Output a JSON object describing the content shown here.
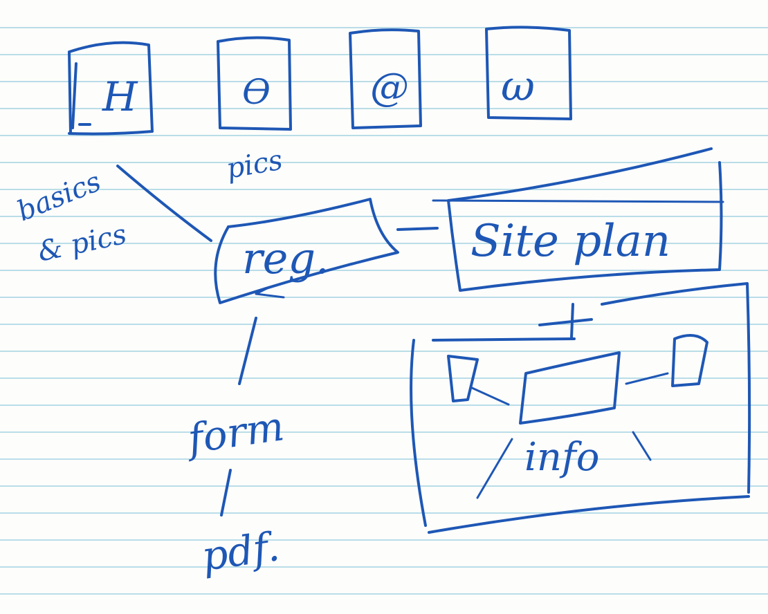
{
  "thumbnails": [
    {
      "glyph": "H",
      "caption": "basics\n& pics"
    },
    {
      "glyph": "ϴ",
      "caption": "pics"
    },
    {
      "glyph": "@",
      "caption": ""
    },
    {
      "glyph": "ω",
      "caption": ""
    }
  ],
  "labels": {
    "basics": "basics",
    "and_pics": "& pics",
    "pics": "pics",
    "reg": "reg.",
    "site_plan": "Site plan",
    "form": "form",
    "pdf": "pdf.",
    "info": "info"
  },
  "ink_color": "#1e57b5",
  "line_color": "#b9dde8"
}
